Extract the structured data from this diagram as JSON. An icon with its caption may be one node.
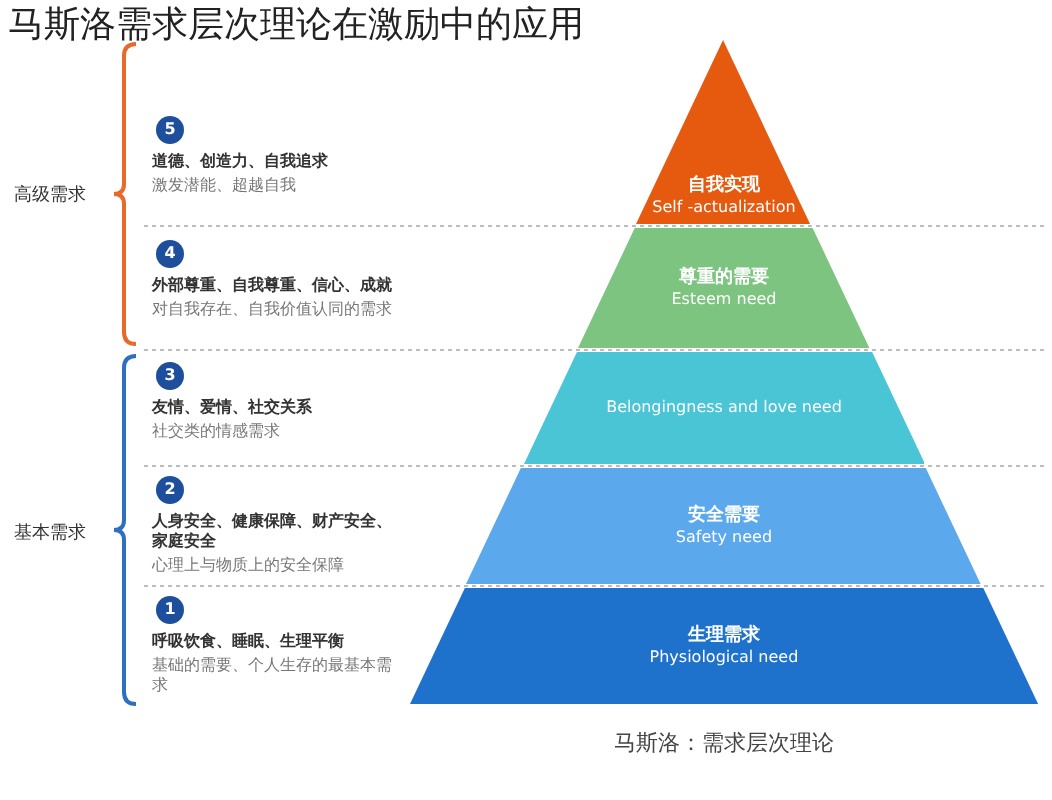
{
  "diagram": {
    "title": "马斯洛需求层次理论在激励中的应用",
    "caption": "马斯洛：需求层次理论",
    "nodes": [
      {
        "text": [
          "自我实现",
          "Self -actualization"
        ]
      },
      {
        "text": [
          "尊重的需要",
          "Esteem need"
        ]
      },
      {
        "text": [
          "Belongingness and love need"
        ]
      },
      {
        "text": [
          "安全需要",
          "Safety need"
        ]
      },
      {
        "text": [
          "生理需求",
          "Physiological need"
        ]
      }
    ],
    "edges": [],
    "labels": [
      "高级需求",
      "5",
      "道德、创造力、自我追求",
      "激发潜能、超越自我",
      "4",
      "外部尊重、自我尊重、信心、成就",
      "对自我存在、自我价值认同的需求",
      "3",
      "友情、爱情、社交关系",
      "社交类的情感需求",
      "基本需求",
      "2",
      "人身安全、健康保障、财产安全、家庭安全",
      "心理上与物质上的安全保障",
      "1",
      "呼吸饮食、睡眠、生理平衡",
      "基础的需要、个人生存的最基本需求"
    ]
  }
}
